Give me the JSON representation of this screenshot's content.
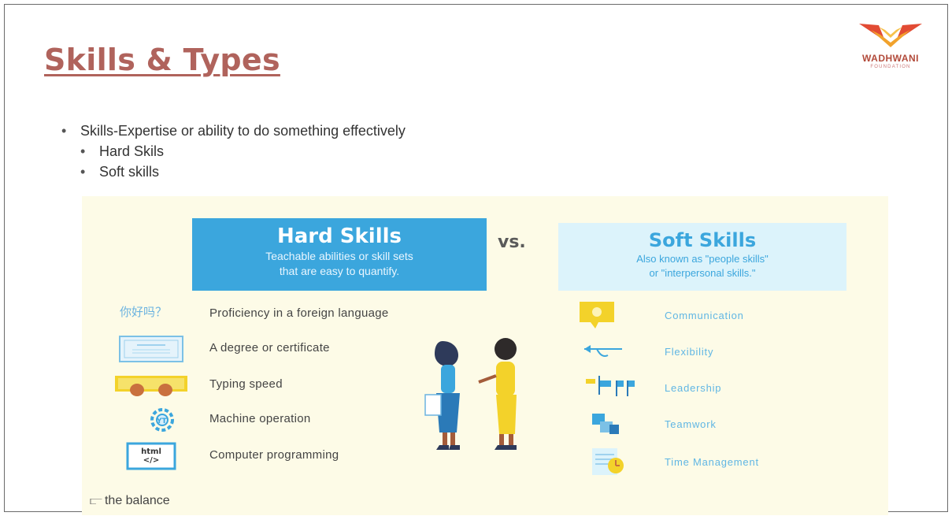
{
  "slide": {
    "title": "Skills & Types",
    "logo": {
      "name": "WADHWANI",
      "sub": "FOUNDATION"
    },
    "bullets": [
      {
        "text": "Skills-Expertise or ability to do something effectively"
      },
      {
        "text": "Hard Skils"
      },
      {
        "text": "Soft skills"
      }
    ]
  },
  "infographic": {
    "hard": {
      "title": "Hard Skills",
      "subtitle_line1": "Teachable abilities or skill sets",
      "subtitle_line2": "that are easy to quantify.",
      "items": [
        {
          "icon": "language-icon",
          "icon_text": "你好吗？",
          "label": "Proficiency in a foreign language"
        },
        {
          "icon": "certificate-icon",
          "label": "A degree or certificate"
        },
        {
          "icon": "keyboard-icon",
          "label": "Typing speed"
        },
        {
          "icon": "machine-gear-icon",
          "label": "Machine operation"
        },
        {
          "icon": "code-icon",
          "icon_text": "html </>",
          "label": "Computer programming"
        }
      ]
    },
    "vs": "vs.",
    "soft": {
      "title": "Soft Skills",
      "subtitle_line1": "Also known as \"people skills\"",
      "subtitle_line2": "or \"interpersonal skills.\"",
      "items": [
        {
          "icon": "speech-bubble-icon",
          "label": "Communication"
        },
        {
          "icon": "flexibility-arrows-icon",
          "label": "Flexibility"
        },
        {
          "icon": "flags-icon",
          "label": "Leadership"
        },
        {
          "icon": "puzzle-icon",
          "label": "Teamwork"
        },
        {
          "icon": "clock-icon",
          "label": "Time Management"
        }
      ]
    },
    "brand": "the balance",
    "colors": {
      "hard_blue": "#3ba6dd",
      "soft_bg": "#dcf3fb",
      "title_red": "#b0635c",
      "accent_yellow": "#f3d22a"
    }
  }
}
